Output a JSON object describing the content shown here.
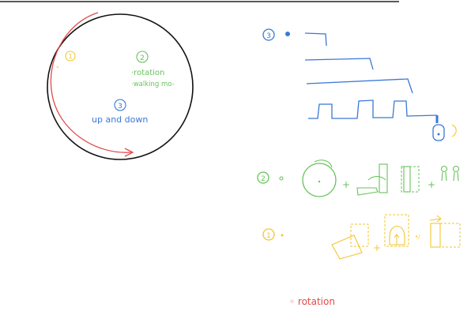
{
  "circle": {
    "label_1": "1",
    "label_2": "2",
    "label_3": "3",
    "green_line_1": "·rotation",
    "green_line_2": "·walking mo-",
    "blue_text": "up and down"
  },
  "row_3": {
    "number": "3"
  },
  "row_2": {
    "number": "2"
  },
  "row_1": {
    "number": "1"
  },
  "footer": {
    "text": "◦ rotation"
  },
  "colors": {
    "black": "#111111",
    "red": "#e24a4a",
    "green": "#66c35a",
    "blue": "#3a78d6",
    "yellow": "#f2c531"
  }
}
